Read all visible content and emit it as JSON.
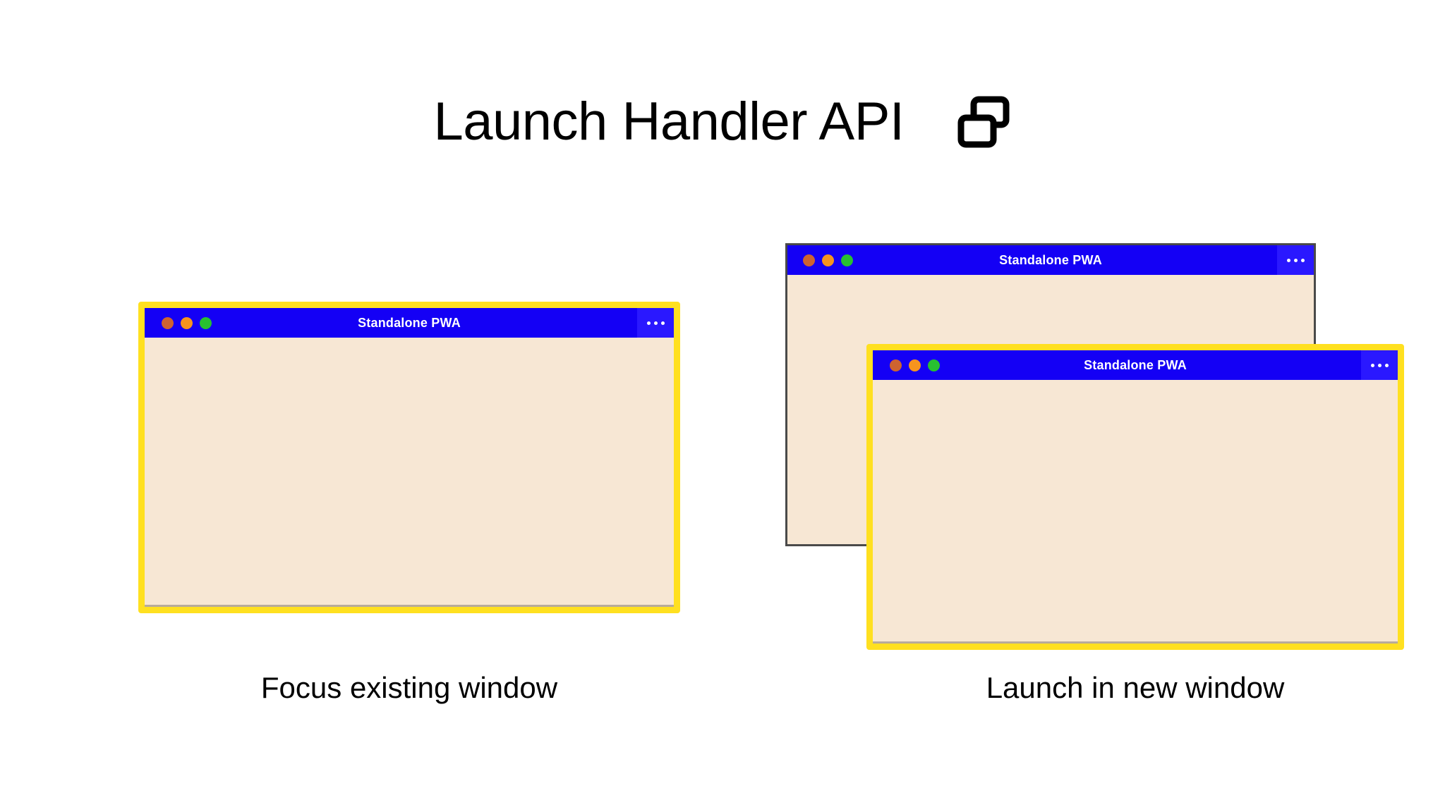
{
  "header": {
    "title": "Launch Handler API",
    "icon": "multi-window-icon"
  },
  "panels": [
    {
      "id": "focus-existing",
      "caption": "Focus existing window",
      "windows": [
        {
          "role": "focused-window",
          "title": "Standalone PWA",
          "highlighted": true,
          "menu_icon": "overflow-menu-icon",
          "traffic_lights": [
            "close-dot",
            "minimize-dot",
            "maximize-dot"
          ]
        }
      ]
    },
    {
      "id": "launch-new",
      "caption": "Launch in new window",
      "windows": [
        {
          "role": "background-window",
          "title": "Standalone PWA",
          "highlighted": false,
          "menu_icon": "overflow-menu-icon",
          "traffic_lights": [
            "close-dot",
            "minimize-dot",
            "maximize-dot"
          ]
        },
        {
          "role": "new-window",
          "title": "Standalone PWA",
          "highlighted": true,
          "menu_icon": "overflow-menu-icon",
          "traffic_lights": [
            "close-dot",
            "minimize-dot",
            "maximize-dot"
          ]
        }
      ]
    }
  ],
  "colors": {
    "background": "#ffffff",
    "titlebar_blue": "#1400f5",
    "menu_blue": "#2a18ff",
    "window_body_cream": "#f7e7d4",
    "highlight_yellow": "#ffe020",
    "plain_border_gray": "#4a4a4a",
    "dot_red": "#ce6330",
    "dot_amber": "#f7941e",
    "dot_green": "#28c030",
    "text_black": "#000000",
    "title_text_white": "#ffffff"
  }
}
